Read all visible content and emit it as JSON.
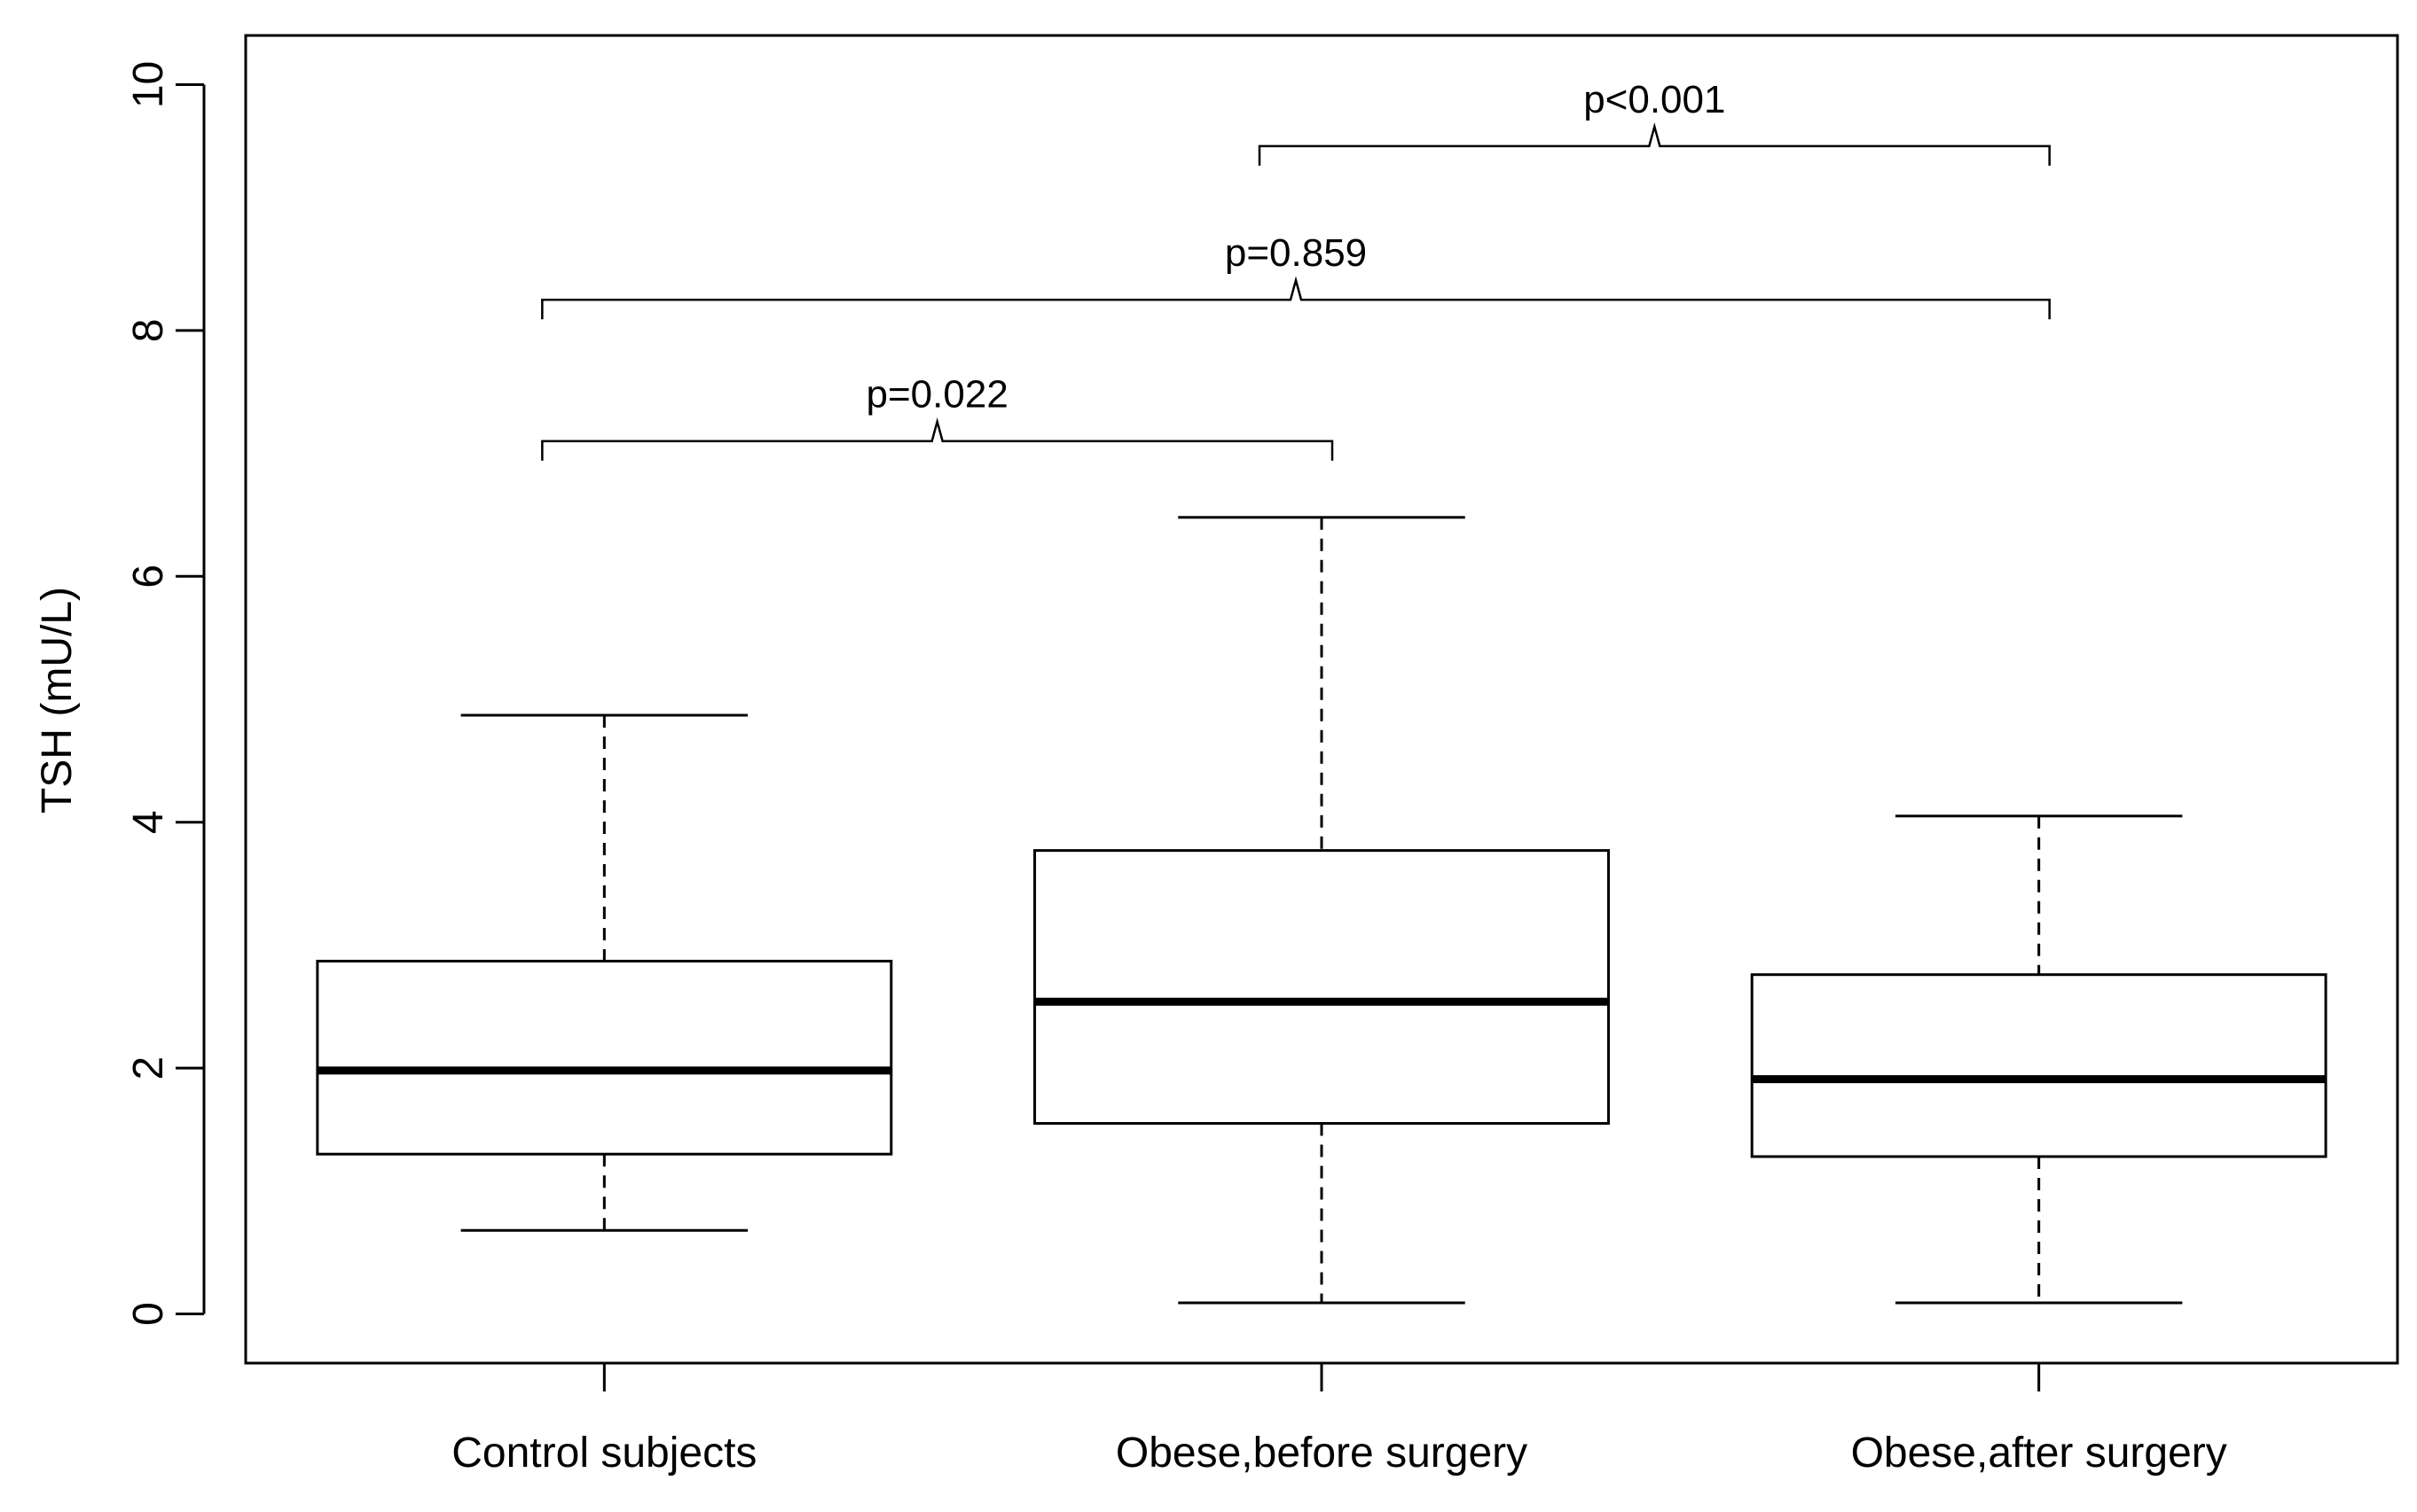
{
  "chart_data": {
    "type": "box",
    "title": "",
    "xlabel": "",
    "ylabel": "TSH (mU/L)",
    "ylim": [
      -0.4,
      10.4
    ],
    "yticks": [
      0,
      2,
      4,
      6,
      8,
      10
    ],
    "yticklabels": [
      "0",
      "2",
      "4",
      "6",
      "8",
      "10"
    ],
    "grid": false,
    "categories": [
      "Control subjects",
      "Obese,before surgery",
      "Obese,after surgery"
    ],
    "boxes": [
      {
        "category": "Control subjects",
        "min": 0.68,
        "q1": 1.3,
        "median": 1.98,
        "q3": 2.87,
        "max": 4.87
      },
      {
        "category": "Obese,before surgery",
        "min": 0.09,
        "q1": 1.55,
        "median": 2.54,
        "q3": 3.77,
        "max": 6.48
      },
      {
        "category": "Obese,after surgery",
        "min": 0.09,
        "q1": 1.28,
        "median": 1.91,
        "q3": 2.76,
        "max": 4.05
      }
    ],
    "comparisons": [
      {
        "from": 0,
        "to": 1,
        "label": "p=0.022",
        "y": 7.1
      },
      {
        "from": 0,
        "to": 2,
        "label": "p=0.859",
        "y": 8.25
      },
      {
        "from": 1,
        "to": 2,
        "label": "p<0.001",
        "y": 9.5
      }
    ]
  }
}
